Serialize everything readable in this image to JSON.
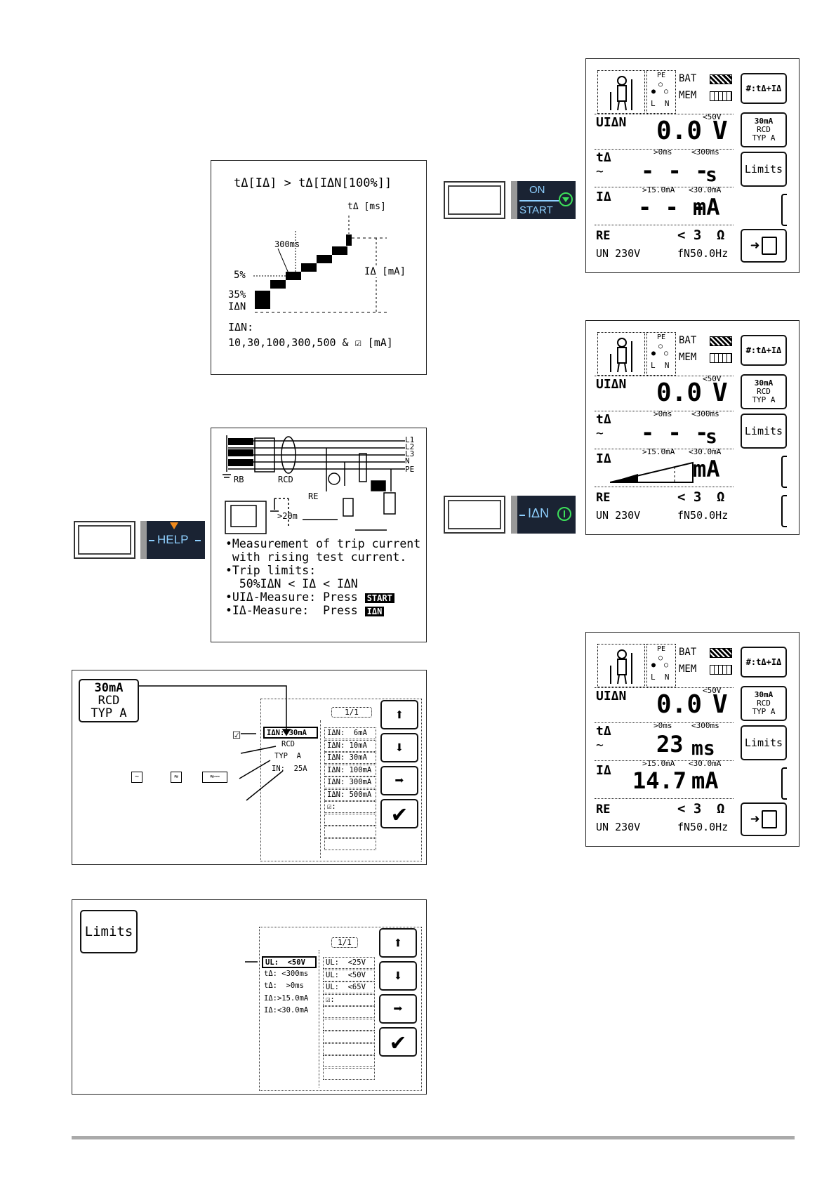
{
  "trip_diagram": {
    "formula": "tΔ[IΔ] > tΔ[IΔN[100%]]",
    "ta_label": "tΔ [ms]",
    "label_300": "300ms",
    "label_5": "5%",
    "label_35": "35%",
    "label_ian": "IΔN",
    "ia_label": "IΔ [mA]",
    "ian_values_label": "IΔN:",
    "ian_values": "10,30,100,300,500 & ☑ [mA]"
  },
  "help_screen": {
    "labels": {
      "rb": "RB",
      "rcd": "RCD",
      "re": "RE",
      "dist": ">20m",
      "l1": "L1",
      "l2": "L2",
      "l3": "L3",
      "n": "N",
      "pe": "PE"
    },
    "line1": "•Measurement of trip current",
    "line2": " with rising test current.",
    "line3": "•Trip limits:",
    "line4": "  50%IΔN < IΔ < IΔN",
    "line5": "•UIΔ-Measure: Press",
    "line5_key": "START",
    "line6": "•IΔ-Measure:  Press",
    "line6_key": "IΔN"
  },
  "keys": {
    "help": "HELP",
    "on": "ON",
    "start": "START",
    "ian": "IΔN"
  },
  "rcd_config": {
    "badge_line1": "30mA",
    "badge_line2": "RCD",
    "badge_line3": "TYP A",
    "page": "1/1",
    "left_items": [
      "IΔN: 30mA",
      "RCD",
      "TYP  A",
      "IN:  25A"
    ],
    "right_items": [
      "IΔN:  6mA",
      "IΔN: 10mA",
      "IΔN: 30mA",
      "IΔN: 100mA",
      "IΔN: 300mA",
      "IΔN: 500mA",
      "☑:",
      "",
      "",
      ""
    ],
    "symbols": [
      "~",
      "≈",
      "≈⎓"
    ]
  },
  "limits_config": {
    "badge": "Limits",
    "page": "1/1",
    "left_items": [
      "UL:  <50V",
      "tΔ: <300ms",
      "tΔ:  >0ms",
      "IΔ:>15.0mA",
      "IΔ:<30.0mA"
    ],
    "right_items": [
      "UL:  <25V",
      "UL:  <50V",
      "UL:  <65V",
      "☑:",
      "",
      "",
      "",
      "",
      "",
      ""
    ]
  },
  "display_common": {
    "pe": "PE",
    "ln": "L  N",
    "bat": "BAT",
    "mem": "MEM",
    "softkey_top": "#:tΔ+IΔ",
    "rcd_softkey": [
      "30mA",
      "RCD",
      "TYP A"
    ],
    "limits_softkey": "Limits",
    "uian_label": "UIΔN",
    "uian_limit": "<50V",
    "ta_label": "tΔ",
    "ta_limit1": ">0ms",
    "ta_limit2": "<300ms",
    "ia_label": "IΔ",
    "ia_limit1": ">15.0mA",
    "ia_limit2": "<30.0mA",
    "re_label": "RE",
    "re_value": "< 3",
    "re_unit": "Ω",
    "un_label": "UN 230V",
    "fn_label": "fN50.0Hz"
  },
  "display1": {
    "voltage": "0.0",
    "voltage_unit": "V",
    "time": "- - -",
    "time_unit": "s",
    "current": "- - -",
    "current_unit": "mA"
  },
  "display2": {
    "voltage": "0.0",
    "voltage_unit": "V",
    "time": "- - -",
    "time_unit": "s",
    "current_unit": "mA"
  },
  "display3": {
    "voltage": "0.0",
    "voltage_unit": "V",
    "time": "23",
    "time_unit": "ms",
    "current": "14.7",
    "current_unit": "mA"
  }
}
